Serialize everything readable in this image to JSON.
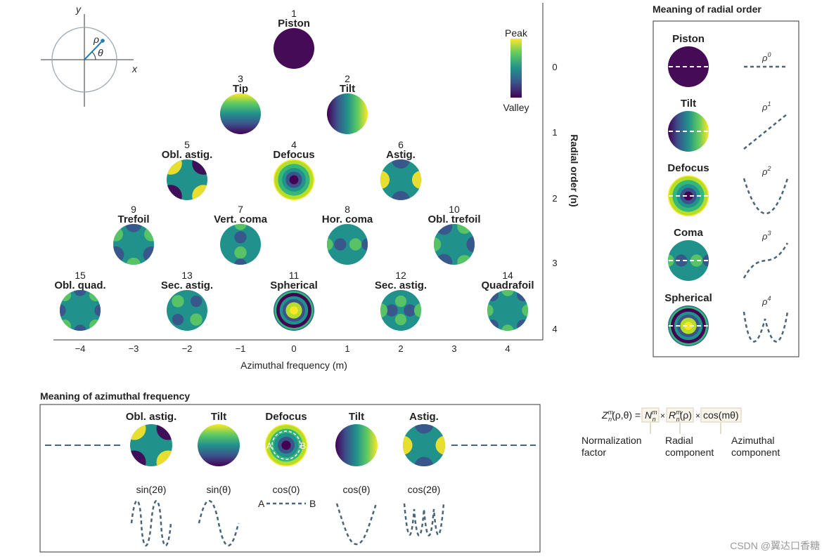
{
  "coord_inset": {
    "y_label": "y",
    "x_label": "x",
    "rho_label": "ρ",
    "theta_label": "θ"
  },
  "colorbar": {
    "top_label": "Peak",
    "bottom_label": "Valley"
  },
  "pyramid": {
    "modes": [
      {
        "index": "1",
        "name": "Piston",
        "n": 0,
        "m": 0,
        "pattern": "piston"
      },
      {
        "index": "3",
        "name": "Tip",
        "n": 1,
        "m": -1,
        "pattern": "tip"
      },
      {
        "index": "2",
        "name": "Tilt",
        "n": 1,
        "m": 1,
        "pattern": "tilt"
      },
      {
        "index": "5",
        "name": "Obl. astig.",
        "n": 2,
        "m": -2,
        "pattern": "oblastig"
      },
      {
        "index": "4",
        "name": "Defocus",
        "n": 2,
        "m": 0,
        "pattern": "defocus"
      },
      {
        "index": "6",
        "name": "Astig.",
        "n": 2,
        "m": 2,
        "pattern": "astig"
      },
      {
        "index": "9",
        "name": "Trefoil",
        "n": 3,
        "m": -3,
        "pattern": "trefoil"
      },
      {
        "index": "7",
        "name": "Vert. coma",
        "n": 3,
        "m": -1,
        "pattern": "vcoma"
      },
      {
        "index": "8",
        "name": "Hor. coma",
        "n": 3,
        "m": 1,
        "pattern": "hcoma"
      },
      {
        "index": "10",
        "name": "Obl. trefoil",
        "n": 3,
        "m": 3,
        "pattern": "obltrefoil"
      },
      {
        "index": "15",
        "name": "Obl. quad.",
        "n": 4,
        "m": -4,
        "pattern": "oblquad"
      },
      {
        "index": "13",
        "name": "Sec. astig.",
        "n": 4,
        "m": -2,
        "pattern": "secastig"
      },
      {
        "index": "11",
        "name": "Spherical",
        "n": 4,
        "m": 0,
        "pattern": "spherical"
      },
      {
        "index": "12",
        "name": "Sec. astig.",
        "n": 4,
        "m": 2,
        "pattern": "secastig2"
      },
      {
        "index": "14",
        "name": "Quadrafoil",
        "n": 4,
        "m": 4,
        "pattern": "quadrafoil"
      }
    ],
    "x_ticks": [
      "−4",
      "−3",
      "−2",
      "−1",
      "0",
      "1",
      "2",
      "3",
      "4"
    ],
    "x_axis_label": "Azimuthal frequency (m)",
    "y_ticks": [
      "0",
      "1",
      "2",
      "3",
      "4"
    ],
    "y_axis_label": "Radial order (n)"
  },
  "radial_panel": {
    "title": "Meaning of radial order",
    "rows": [
      {
        "name": "Piston",
        "power": "0",
        "pattern": "piston",
        "curve": "flat"
      },
      {
        "name": "Tilt",
        "power": "1",
        "pattern": "tilt",
        "curve": "linear"
      },
      {
        "name": "Defocus",
        "power": "2",
        "pattern": "defocus",
        "curve": "quadratic"
      },
      {
        "name": "Coma",
        "power": "3",
        "pattern": "hcoma",
        "curve": "cubic"
      },
      {
        "name": "Spherical",
        "power": "4",
        "pattern": "spherical",
        "curve": "quartic"
      }
    ],
    "rho": "ρ"
  },
  "azimuthal_panel": {
    "title": "Meaning of azimuthal frequency",
    "items": [
      {
        "name": "Obl. astig.",
        "func": "sin(2θ)",
        "pattern": "oblastig",
        "wave": "sin2"
      },
      {
        "name": "Tilt",
        "func": "sin(θ)",
        "pattern": "tip",
        "wave": "sin1"
      },
      {
        "name": "Defocus",
        "func": "cos(0)",
        "pattern": "defocus",
        "wave": "flat"
      },
      {
        "name": "Tilt",
        "func": "cos(θ)",
        "pattern": "tilt",
        "wave": "cos1"
      },
      {
        "name": "Astig.",
        "func": "cos(2θ)",
        "pattern": "astig",
        "wave": "cos2"
      }
    ],
    "point_a": "A",
    "point_b": "B"
  },
  "formula": {
    "lhs": "Z",
    "args": "(ρ,θ) =",
    "n_factor": "N",
    "r_factor": "R",
    "r_arg": "(ρ)",
    "cos_factor": "cos(mθ)",
    "times": "×",
    "m_sup": "m",
    "n_sub": "n",
    "labels": [
      {
        "line1": "Normalization",
        "line2": "factor"
      },
      {
        "line1": "Radial",
        "line2": "component"
      },
      {
        "line1": "Azimuthal",
        "line2": "component"
      }
    ]
  },
  "watermark": "CSDN @翼达口香糖",
  "colors": {
    "peak": "#fde725",
    "mid": "#21918c",
    "valley": "#440154",
    "dash": "#4a6478",
    "frame": "#333333"
  }
}
